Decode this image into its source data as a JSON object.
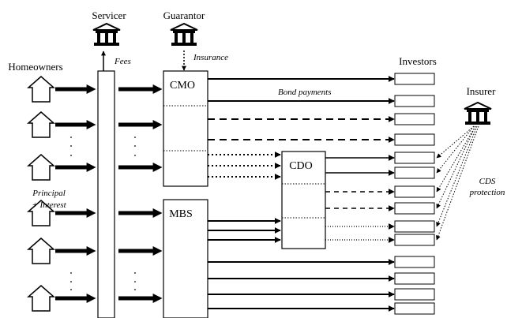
{
  "labels": {
    "servicer": "Servicer",
    "guarantor": "Guarantor",
    "homeowners": "Homeowners",
    "investors": "Investors",
    "insurer": "Insurer",
    "fees": "Fees",
    "insurance": "Insurance",
    "cmo": "CMO",
    "mbs": "MBS",
    "cdo": "CDO",
    "bond_payments": "Bond payments",
    "principal": "Principal",
    "plus_interest": "+ Interest",
    "cds": "CDS",
    "protection": "protection",
    "ellipsis": "·"
  }
}
